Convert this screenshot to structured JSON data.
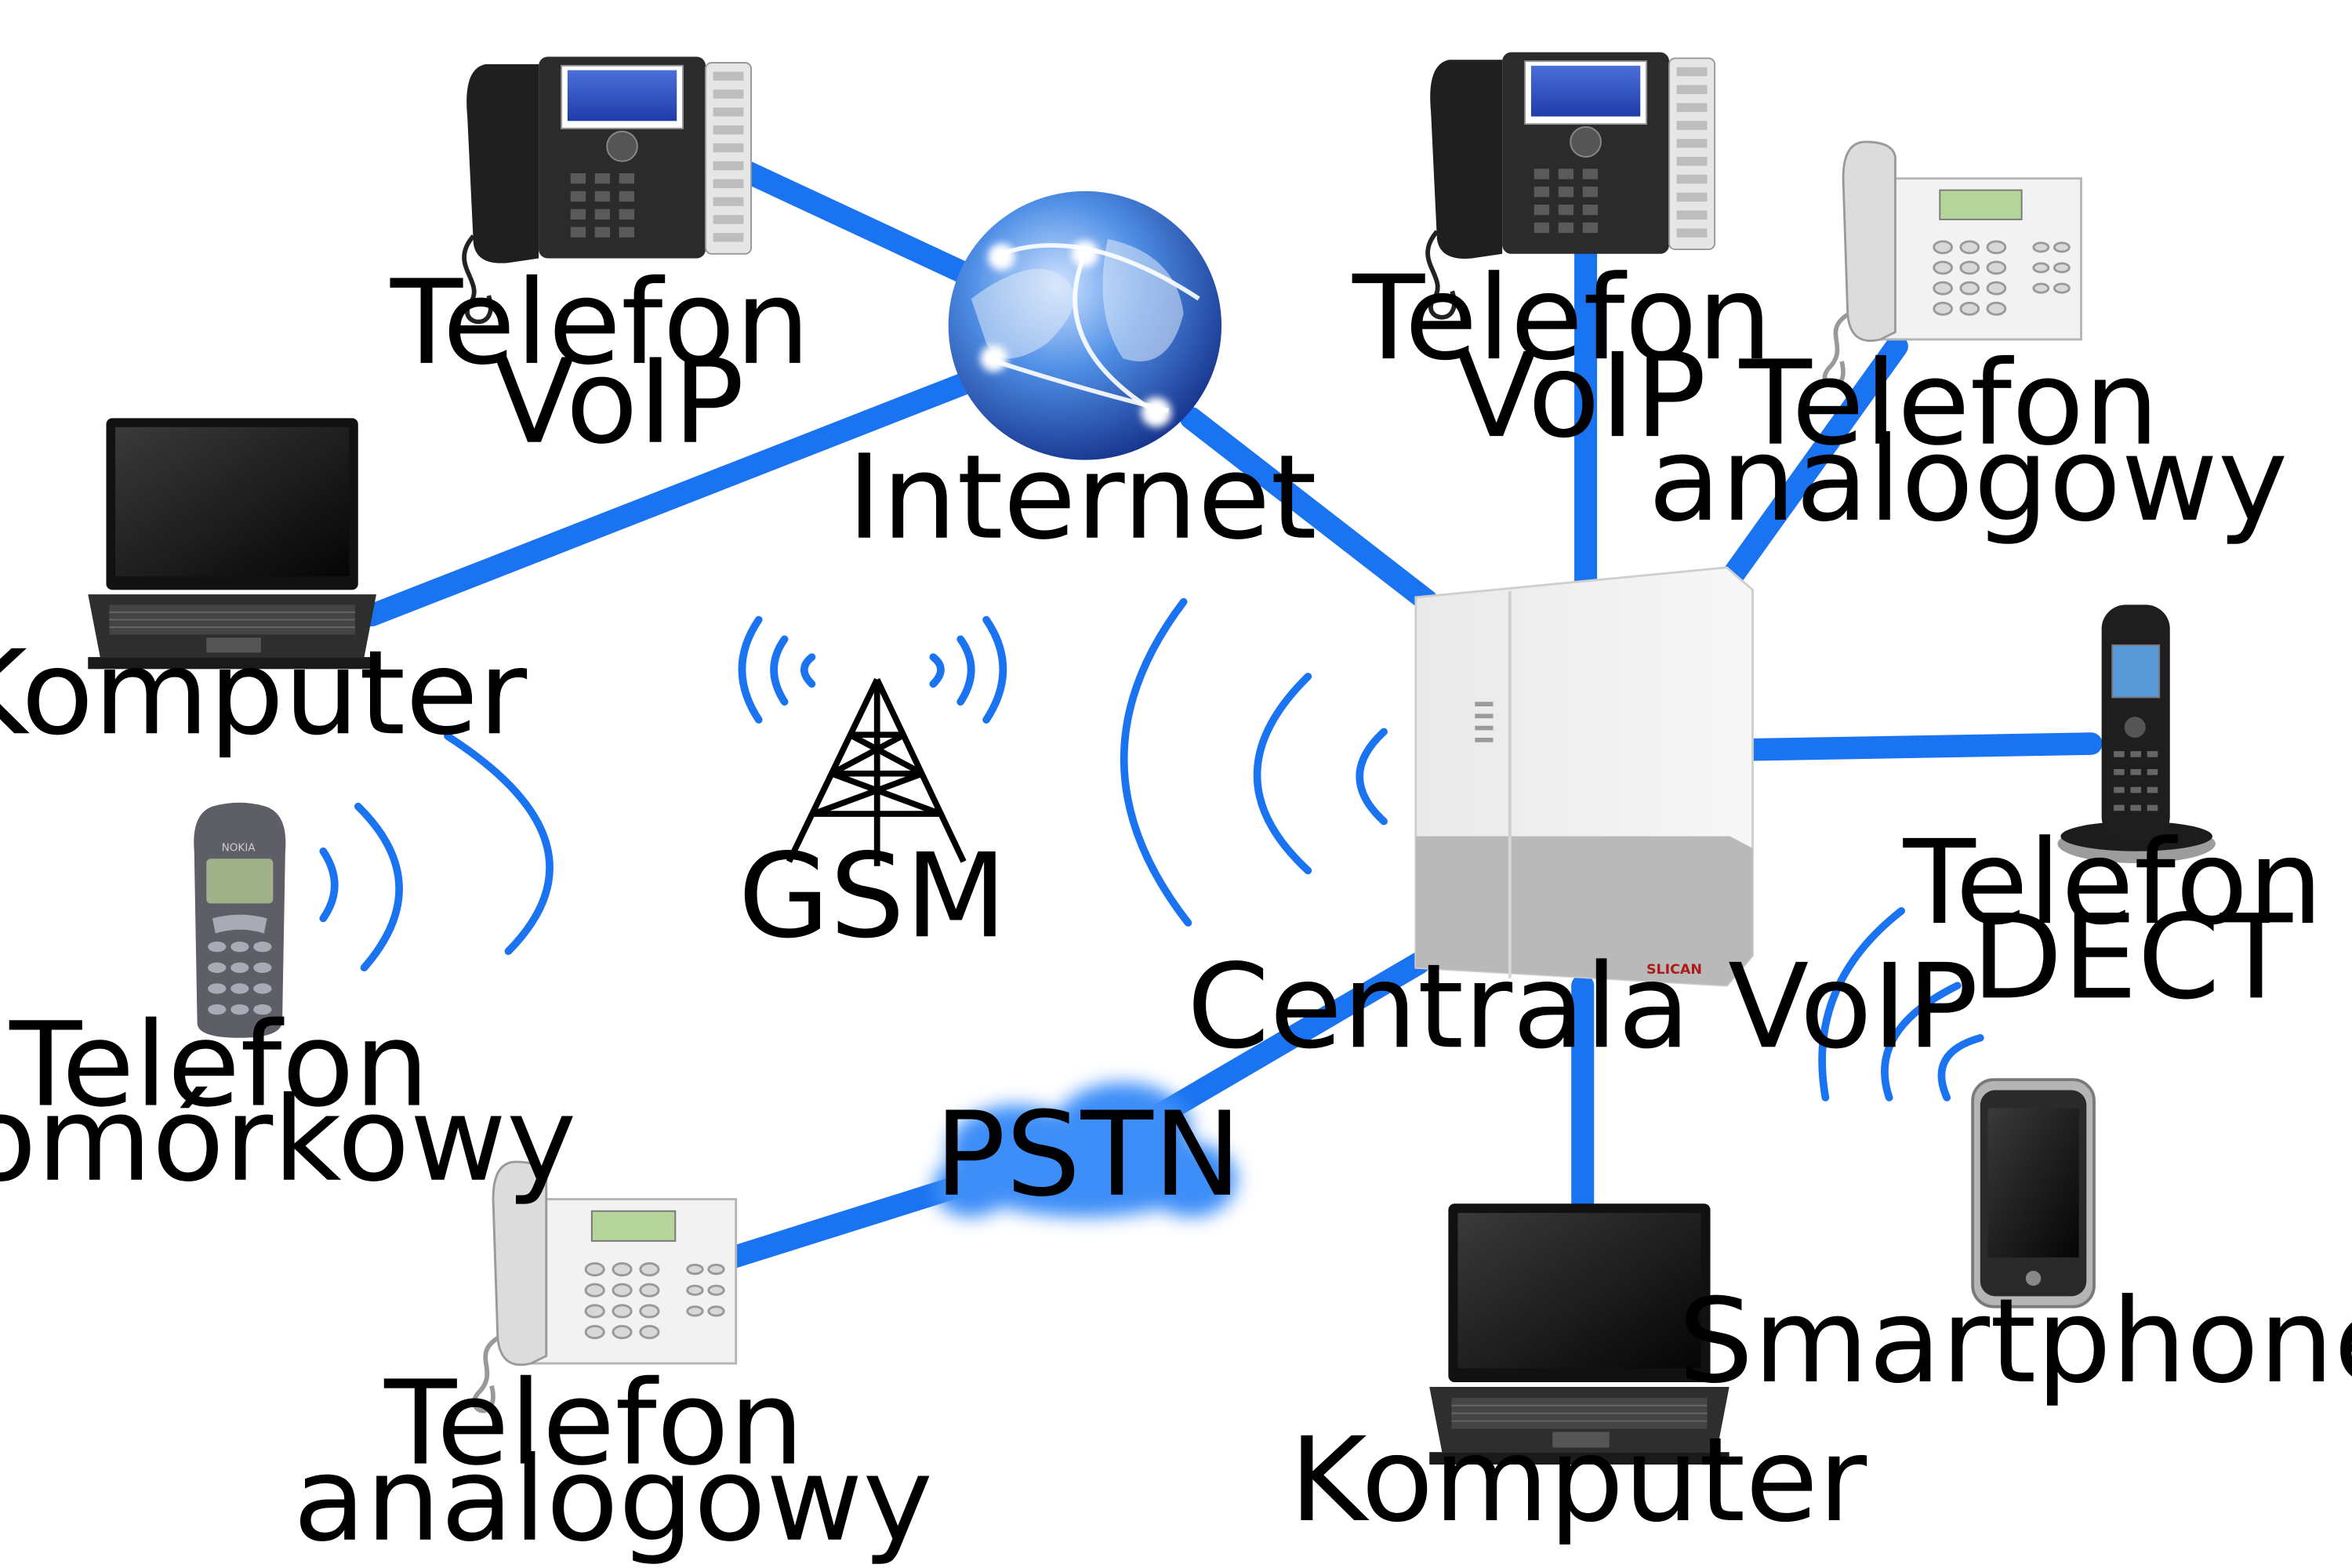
{
  "labels": {
    "voip_phone_top_left": [
      "Telefon",
      "VoIP"
    ],
    "internet": "Internet",
    "voip_phone_top_right": [
      "Telefon",
      "VoIP"
    ],
    "analog_phone_right": [
      "Telefon",
      "analogowy"
    ],
    "computer_left": "Komputer",
    "gsm": "GSM",
    "dect_phone": [
      "Telefon",
      "DECT"
    ],
    "pbx": "Centrala VoIP",
    "mobile_phone": [
      "Telefon",
      "komórkowy"
    ],
    "pstn": "PSTN",
    "smartphone": "Smartphone",
    "analog_phone_bottom": [
      "Telefon",
      "analogowy"
    ],
    "computer_bottom": "Komputer"
  },
  "brand": {
    "device_logo": "SLICAN",
    "mobile_brand": "NOKIA"
  },
  "colors": {
    "link": "#1a73f0",
    "cloud": "#3d8ef8",
    "globe": "#3f7fd9"
  },
  "icons": {
    "voip_phone": "desk-voip-phone-icon",
    "analog_phone": "analog-phone-icon",
    "globe": "globe-icon",
    "laptop": "laptop-icon",
    "tower": "radio-tower-icon",
    "pbx": "pbx-cabinet-icon",
    "dect": "dect-handset-icon",
    "mobile": "mobile-phone-icon",
    "smartphone": "smartphone-icon",
    "cloud": "cloud-icon"
  }
}
